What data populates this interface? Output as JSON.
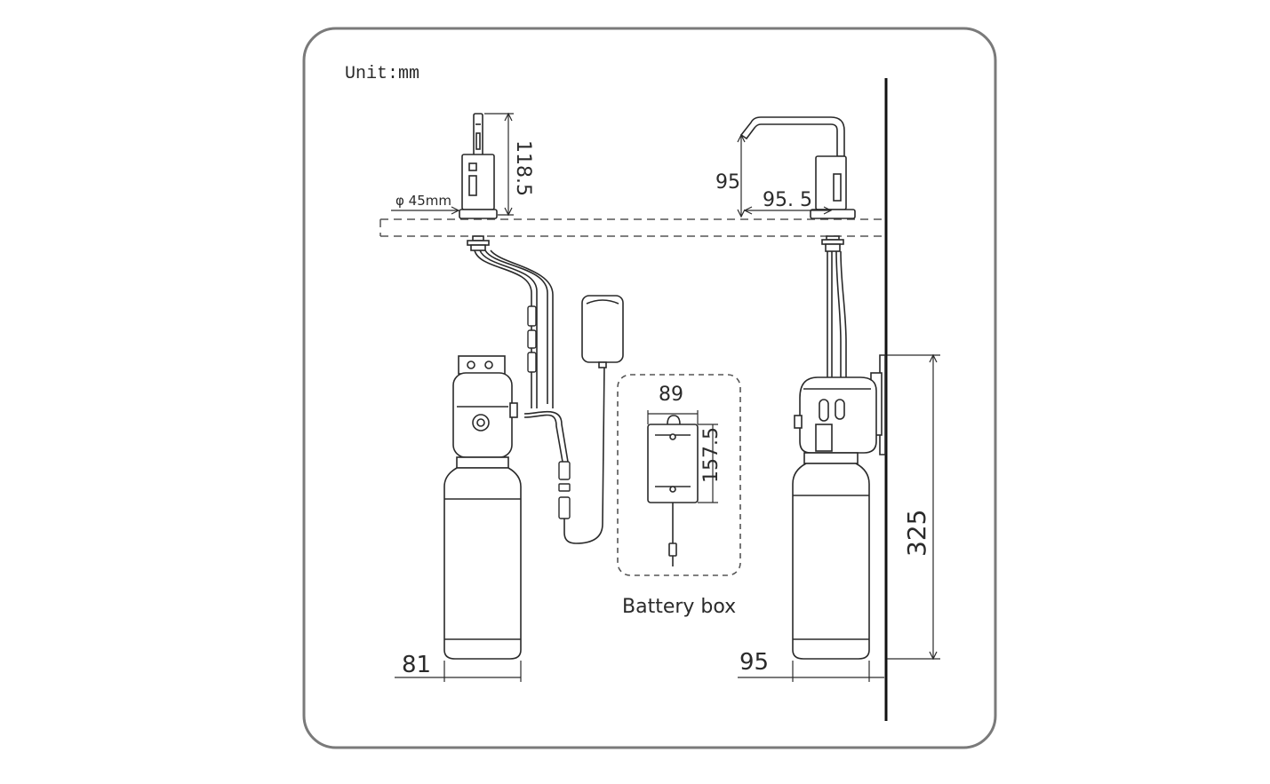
{
  "unit_label": "Unit:mm",
  "dimensions": {
    "spout_height": "118.5",
    "base_diameter": "φ 45mm",
    "spout_drop": "95",
    "spout_reach": "95. 5",
    "battery_width": "89",
    "battery_height": "157.5",
    "bottle_width_left": "81",
    "bottle_width_right": "95",
    "install_height": "325"
  },
  "battery_box_label": "Battery box",
  "colors": {
    "line": "#2a2a2a",
    "frame": "#7a7a7a",
    "background": "#ffffff"
  }
}
